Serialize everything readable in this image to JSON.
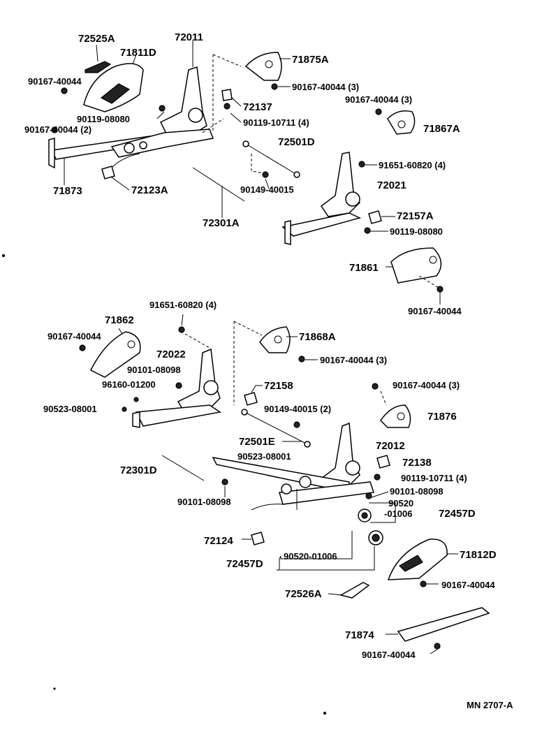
{
  "labels": {
    "l_72525A": "72525A",
    "l_72011": "72011",
    "l_71811D": "71811D",
    "l_71875A": "71875A",
    "l_90167_40044_a": "90167-40044",
    "l_90167_40044_3a": "90167-40044 (3)",
    "l_72137": "72137",
    "l_90119_08080_a": "90119-08080",
    "l_90119_10711_4a": "90119-10711 (4)",
    "l_90167_40044_3b": "90167-40044 (3)",
    "l_90167_40044_2": "90167-40044 (2)",
    "l_71867A": "71867A",
    "l_72501D": "72501D",
    "l_71873": "71873",
    "l_72123A": "72123A",
    "l_91651_60820_4a": "91651-60820 (4)",
    "l_72021": "72021",
    "l_90149_40015": "90149-40015",
    "l_72157A": "72157A",
    "l_72301A": "72301A",
    "l_90119_08080_b": "90119-08080",
    "l_71861": "71861",
    "l_90167_40044_b": "90167-40044",
    "l_91651_60820_4b": "91651-60820 (4)",
    "l_71862": "71862",
    "l_71868A": "71868A",
    "l_90167_40044_c": "90167-40044",
    "l_72022": "72022",
    "l_90167_40044_3c": "90167-40044 (3)",
    "l_90101_08098_a": "90101-08098",
    "l_72158": "72158",
    "l_96160_01200": "96160-01200",
    "l_90167_40044_3d": "90167-40044 (3)",
    "l_90523_08001_a": "90523-08001",
    "l_90149_40015_2": "90149-40015 (2)",
    "l_71876": "71876",
    "l_72501E": "72501E",
    "l_72012": "72012",
    "l_72301D": "72301D",
    "l_90523_08001_b": "90523-08001",
    "l_72138": "72138",
    "l_90119_10711_4b": "90119-10711 (4)",
    "l_90101_08098_b": "90101-08098",
    "l_90101_08098_c": "90101-08098",
    "l_90520": "90520",
    "l_01006": "-01006",
    "l_72457D_a": "72457D",
    "l_72124": "72124",
    "l_90520_01006": "90520-01006",
    "l_72457D_b": "72457D",
    "l_71812D": "71812D",
    "l_90167_40044_d": "90167-40044",
    "l_72526A": "72526A",
    "l_71874": "71874",
    "l_90167_40044_e": "90167-40044",
    "l_mn": "MN  2707-A"
  }
}
